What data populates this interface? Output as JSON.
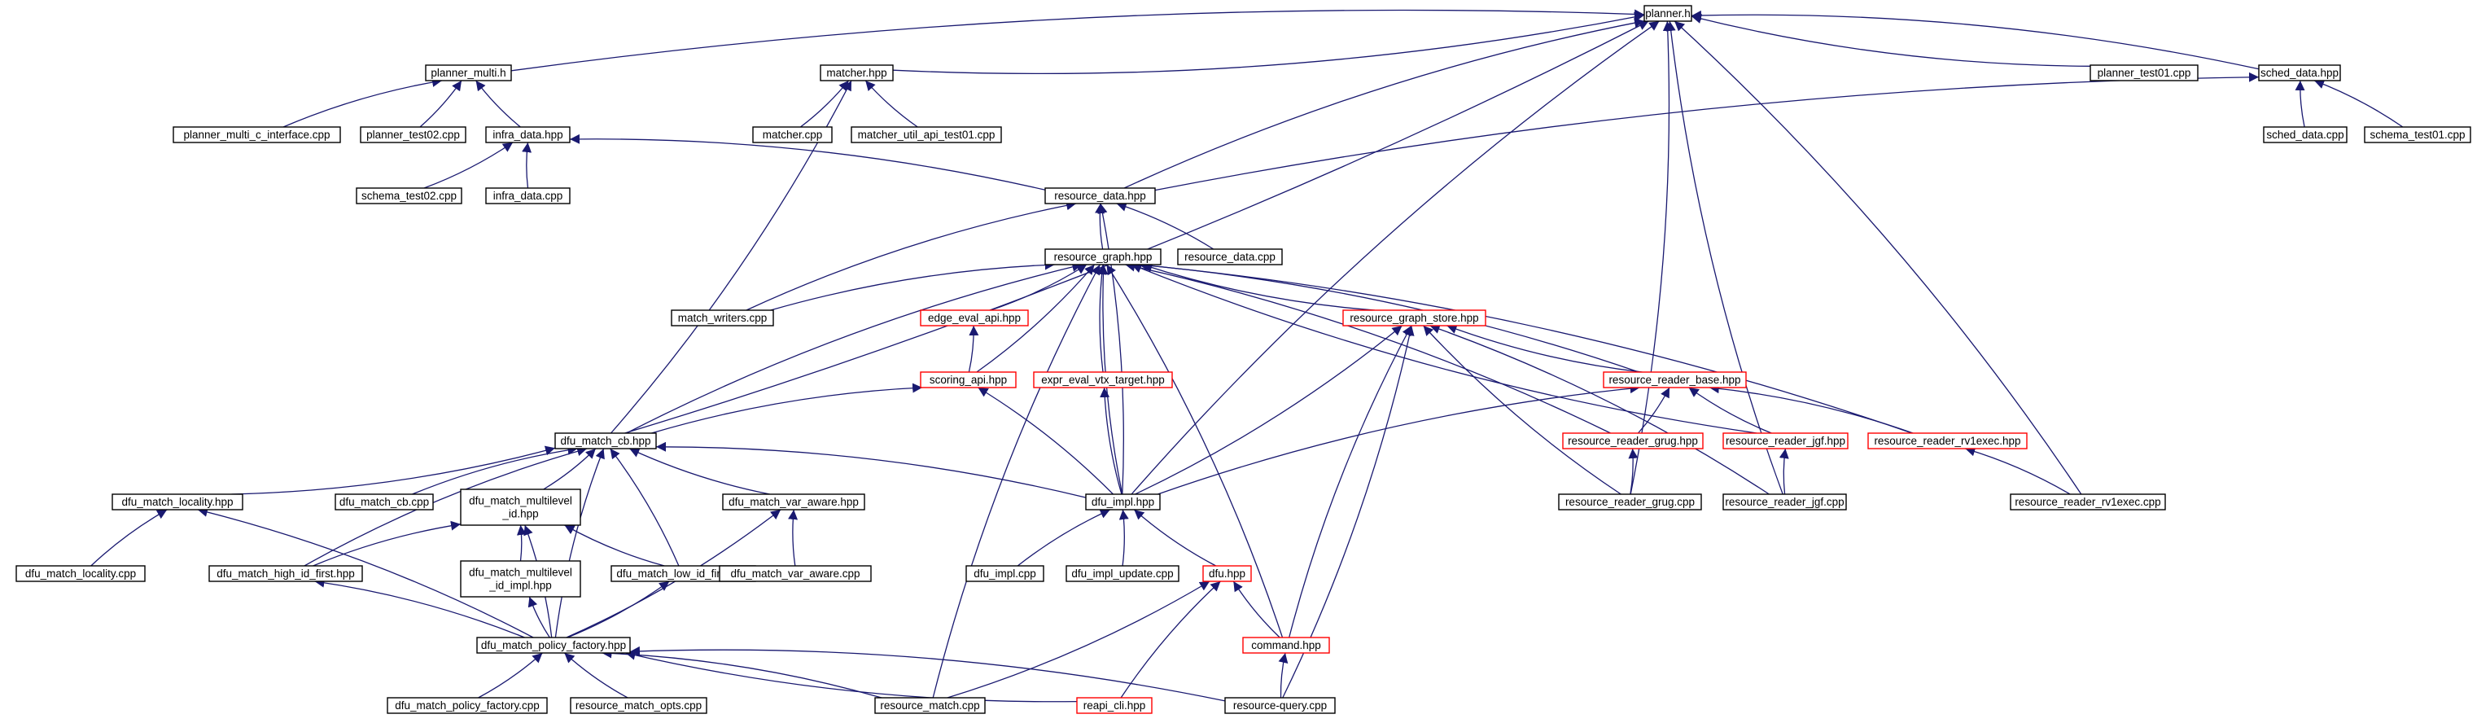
{
  "colors": {
    "edge": "#191970",
    "default_border": "#000000",
    "truncated_border": "#ff0000",
    "root_fill": "#bfbfbf"
  },
  "nodes": [
    {
      "id": "planner_h",
      "lines": [
        "planner.h"
      ],
      "style": "root"
    },
    {
      "id": "planner_multi_h",
      "lines": [
        "planner_multi.h"
      ],
      "style": "normal"
    },
    {
      "id": "matcher_hpp",
      "lines": [
        "matcher.hpp"
      ],
      "style": "normal"
    },
    {
      "id": "planner_test01",
      "lines": [
        "planner_test01.cpp"
      ],
      "style": "normal"
    },
    {
      "id": "sched_data_hpp",
      "lines": [
        "sched_data.hpp"
      ],
      "style": "normal"
    },
    {
      "id": "planner_multi_c_interface",
      "lines": [
        "planner_multi_c_interface.cpp"
      ],
      "style": "normal"
    },
    {
      "id": "planner_test02",
      "lines": [
        "planner_test02.cpp"
      ],
      "style": "normal"
    },
    {
      "id": "infra_data_hpp",
      "lines": [
        "infra_data.hpp"
      ],
      "style": "normal"
    },
    {
      "id": "matcher_cpp",
      "lines": [
        "matcher.cpp"
      ],
      "style": "normal"
    },
    {
      "id": "matcher_util_api_test01",
      "lines": [
        "matcher_util_api_test01.cpp"
      ],
      "style": "normal"
    },
    {
      "id": "sched_data_cpp",
      "lines": [
        "sched_data.cpp"
      ],
      "style": "normal"
    },
    {
      "id": "schema_test01",
      "lines": [
        "schema_test01.cpp"
      ],
      "style": "normal"
    },
    {
      "id": "schema_test02",
      "lines": [
        "schema_test02.cpp"
      ],
      "style": "normal"
    },
    {
      "id": "infra_data_cpp",
      "lines": [
        "infra_data.cpp"
      ],
      "style": "normal"
    },
    {
      "id": "resource_data_hpp",
      "lines": [
        "resource_data.hpp"
      ],
      "style": "normal"
    },
    {
      "id": "resource_graph_hpp",
      "lines": [
        "resource_graph.hpp"
      ],
      "style": "normal"
    },
    {
      "id": "resource_data_cpp",
      "lines": [
        "resource_data.cpp"
      ],
      "style": "normal"
    },
    {
      "id": "match_writers",
      "lines": [
        "match_writers.cpp"
      ],
      "style": "normal"
    },
    {
      "id": "edge_eval_api",
      "lines": [
        "edge_eval_api.hpp"
      ],
      "style": "truncated"
    },
    {
      "id": "resource_graph_store",
      "lines": [
        "resource_graph_store.hpp"
      ],
      "style": "truncated"
    },
    {
      "id": "scoring_api",
      "lines": [
        "scoring_api.hpp"
      ],
      "style": "truncated"
    },
    {
      "id": "expr_eval_vtx_target",
      "lines": [
        "expr_eval_vtx_target.hpp"
      ],
      "style": "truncated"
    },
    {
      "id": "resource_reader_base",
      "lines": [
        "resource_reader_base.hpp"
      ],
      "style": "truncated"
    },
    {
      "id": "dfu_match_cb_hpp",
      "lines": [
        "dfu_match_cb.hpp"
      ],
      "style": "normal"
    },
    {
      "id": "resource_reader_grug_hpp",
      "lines": [
        "resource_reader_grug.hpp"
      ],
      "style": "truncated"
    },
    {
      "id": "resource_reader_jgf_hpp",
      "lines": [
        "resource_reader_jgf.hpp"
      ],
      "style": "truncated"
    },
    {
      "id": "resource_reader_rv1exec_hpp",
      "lines": [
        "resource_reader_rv1exec.hpp"
      ],
      "style": "truncated"
    },
    {
      "id": "dfu_match_locality_hpp",
      "lines": [
        "dfu_match_locality.hpp"
      ],
      "style": "normal"
    },
    {
      "id": "dfu_match_cb_cpp",
      "lines": [
        "dfu_match_cb.cpp"
      ],
      "style": "normal"
    },
    {
      "id": "dfu_match_multilevel_id_hpp",
      "lines": [
        "dfu_match_multilevel",
        "_id.hpp"
      ],
      "style": "normal"
    },
    {
      "id": "dfu_match_var_aware_hpp",
      "lines": [
        "dfu_match_var_aware.hpp"
      ],
      "style": "normal"
    },
    {
      "id": "dfu_impl_hpp",
      "lines": [
        "dfu_impl.hpp"
      ],
      "style": "normal"
    },
    {
      "id": "resource_reader_grug_cpp",
      "lines": [
        "resource_reader_grug.cpp"
      ],
      "style": "normal"
    },
    {
      "id": "resource_reader_jgf_cpp",
      "lines": [
        "resource_reader_jgf.cpp"
      ],
      "style": "normal"
    },
    {
      "id": "resource_reader_rv1exec_cpp",
      "lines": [
        "resource_reader_rv1exec.cpp"
      ],
      "style": "normal"
    },
    {
      "id": "dfu_match_locality_cpp",
      "lines": [
        "dfu_match_locality.cpp"
      ],
      "style": "normal"
    },
    {
      "id": "dfu_match_high_id_first",
      "lines": [
        "dfu_match_high_id_first.hpp"
      ],
      "style": "normal"
    },
    {
      "id": "dfu_match_multilevel_id_impl",
      "lines": [
        "dfu_match_multilevel",
        "_id_impl.hpp"
      ],
      "style": "normal"
    },
    {
      "id": "dfu_match_low_id_first",
      "lines": [
        "dfu_match_low_id_first.hpp"
      ],
      "style": "normal"
    },
    {
      "id": "dfu_match_var_aware_cpp",
      "lines": [
        "dfu_match_var_aware.cpp"
      ],
      "style": "normal"
    },
    {
      "id": "dfu_impl_cpp",
      "lines": [
        "dfu_impl.cpp"
      ],
      "style": "normal"
    },
    {
      "id": "dfu_impl_update_cpp",
      "lines": [
        "dfu_impl_update.cpp"
      ],
      "style": "normal"
    },
    {
      "id": "dfu_hpp",
      "lines": [
        "dfu.hpp"
      ],
      "style": "truncated"
    },
    {
      "id": "dfu_match_policy_factory_hpp",
      "lines": [
        "dfu_match_policy_factory.hpp"
      ],
      "style": "normal"
    },
    {
      "id": "command_hpp",
      "lines": [
        "command.hpp"
      ],
      "style": "truncated"
    },
    {
      "id": "dfu_match_policy_factory_cpp",
      "lines": [
        "dfu_match_policy_factory.cpp"
      ],
      "style": "normal"
    },
    {
      "id": "resource_match_opts",
      "lines": [
        "resource_match_opts.cpp"
      ],
      "style": "normal"
    },
    {
      "id": "resource_match_cpp",
      "lines": [
        "resource_match.cpp"
      ],
      "style": "normal"
    },
    {
      "id": "reapi_cli",
      "lines": [
        "reapi_cli.hpp"
      ],
      "style": "truncated"
    },
    {
      "id": "resource_query_cpp",
      "lines": [
        "resource-query.cpp"
      ],
      "style": "normal"
    }
  ],
  "edges": [
    [
      "planner_multi_h",
      "planner_h"
    ],
    [
      "matcher_hpp",
      "planner_h"
    ],
    [
      "planner_test01",
      "planner_h"
    ],
    [
      "sched_data_hpp",
      "planner_h"
    ],
    [
      "resource_data_hpp",
      "planner_h"
    ],
    [
      "dfu_match_cb_hpp",
      "planner_h"
    ],
    [
      "dfu_impl_hpp",
      "planner_h"
    ],
    [
      "resource_reader_grug_cpp",
      "planner_h"
    ],
    [
      "resource_reader_jgf_cpp",
      "planner_h"
    ],
    [
      "resource_reader_rv1exec_cpp",
      "planner_h"
    ],
    [
      "planner_multi_c_interface",
      "planner_multi_h"
    ],
    [
      "planner_test02",
      "planner_multi_h"
    ],
    [
      "infra_data_hpp",
      "planner_multi_h"
    ],
    [
      "matcher_cpp",
      "matcher_hpp"
    ],
    [
      "matcher_util_api_test01",
      "matcher_hpp"
    ],
    [
      "dfu_match_cb_hpp",
      "matcher_hpp"
    ],
    [
      "sched_data_cpp",
      "sched_data_hpp"
    ],
    [
      "schema_test01",
      "sched_data_hpp"
    ],
    [
      "resource_data_hpp",
      "sched_data_hpp"
    ],
    [
      "schema_test02",
      "infra_data_hpp"
    ],
    [
      "infra_data_cpp",
      "infra_data_hpp"
    ],
    [
      "resource_data_hpp",
      "infra_data_hpp"
    ],
    [
      "resource_graph_hpp",
      "resource_data_hpp"
    ],
    [
      "resource_data_cpp",
      "resource_data_hpp"
    ],
    [
      "match_writers",
      "resource_data_hpp"
    ],
    [
      "dfu_impl_hpp",
      "resource_data_hpp"
    ],
    [
      "match_writers",
      "resource_graph_hpp"
    ],
    [
      "edge_eval_api",
      "resource_graph_hpp"
    ],
    [
      "resource_graph_store",
      "resource_graph_hpp"
    ],
    [
      "scoring_api",
      "resource_graph_hpp"
    ],
    [
      "expr_eval_vtx_target",
      "resource_graph_hpp"
    ],
    [
      "resource_reader_base",
      "resource_graph_hpp"
    ],
    [
      "dfu_match_cb_hpp",
      "resource_graph_hpp"
    ],
    [
      "resource_reader_grug_hpp",
      "resource_graph_hpp"
    ],
    [
      "resource_reader_jgf_hpp",
      "resource_graph_hpp"
    ],
    [
      "resource_reader_rv1exec_hpp",
      "resource_graph_hpp"
    ],
    [
      "dfu_impl_hpp",
      "resource_graph_hpp"
    ],
    [
      "command_hpp",
      "resource_graph_hpp"
    ],
    [
      "resource_match_cpp",
      "resource_graph_hpp"
    ],
    [
      "scoring_api",
      "edge_eval_api"
    ],
    [
      "resource_reader_base",
      "resource_graph_store"
    ],
    [
      "dfu_impl_hpp",
      "resource_graph_store"
    ],
    [
      "resource_reader_grug_cpp",
      "resource_graph_store"
    ],
    [
      "resource_reader_jgf_cpp",
      "resource_graph_store"
    ],
    [
      "command_hpp",
      "resource_graph_store"
    ],
    [
      "resource_query_cpp",
      "resource_graph_store"
    ],
    [
      "dfu_match_cb_hpp",
      "scoring_api"
    ],
    [
      "dfu_impl_hpp",
      "scoring_api"
    ],
    [
      "dfu_impl_hpp",
      "expr_eval_vtx_target"
    ],
    [
      "resource_reader_grug_hpp",
      "resource_reader_base"
    ],
    [
      "resource_reader_jgf_hpp",
      "resource_reader_base"
    ],
    [
      "resource_reader_rv1exec_hpp",
      "resource_reader_base"
    ],
    [
      "dfu_impl_hpp",
      "resource_reader_base"
    ],
    [
      "dfu_match_locality_hpp",
      "dfu_match_cb_hpp"
    ],
    [
      "dfu_match_cb_cpp",
      "dfu_match_cb_hpp"
    ],
    [
      "dfu_match_multilevel_id_hpp",
      "dfu_match_cb_hpp"
    ],
    [
      "dfu_match_var_aware_hpp",
      "dfu_match_cb_hpp"
    ],
    [
      "dfu_impl_hpp",
      "dfu_match_cb_hpp"
    ],
    [
      "dfu_match_high_id_first",
      "dfu_match_cb_hpp"
    ],
    [
      "dfu_match_low_id_first",
      "dfu_match_cb_hpp"
    ],
    [
      "dfu_match_policy_factory_hpp",
      "dfu_match_cb_hpp"
    ],
    [
      "resource_reader_grug_cpp",
      "resource_reader_grug_hpp"
    ],
    [
      "resource_reader_jgf_cpp",
      "resource_reader_jgf_hpp"
    ],
    [
      "resource_reader_rv1exec_cpp",
      "resource_reader_rv1exec_hpp"
    ],
    [
      "dfu_match_locality_cpp",
      "dfu_match_locality_hpp"
    ],
    [
      "dfu_match_policy_factory_hpp",
      "dfu_match_locality_hpp"
    ],
    [
      "dfu_match_high_id_first",
      "dfu_match_multilevel_id_hpp"
    ],
    [
      "dfu_match_multilevel_id_impl",
      "dfu_match_multilevel_id_hpp"
    ],
    [
      "dfu_match_low_id_first",
      "dfu_match_multilevel_id_hpp"
    ],
    [
      "dfu_match_policy_factory_hpp",
      "dfu_match_multilevel_id_hpp"
    ],
    [
      "dfu_match_var_aware_cpp",
      "dfu_match_var_aware_hpp"
    ],
    [
      "dfu_match_policy_factory_hpp",
      "dfu_match_var_aware_hpp"
    ],
    [
      "dfu_impl_cpp",
      "dfu_impl_hpp"
    ],
    [
      "dfu_impl_update_cpp",
      "dfu_impl_hpp"
    ],
    [
      "dfu_hpp",
      "dfu_impl_hpp"
    ],
    [
      "dfu_match_policy_factory_hpp",
      "dfu_match_high_id_first"
    ],
    [
      "dfu_match_policy_factory_hpp",
      "dfu_match_multilevel_id_impl"
    ],
    [
      "dfu_match_policy_factory_hpp",
      "dfu_match_low_id_first"
    ],
    [
      "command_hpp",
      "dfu_hpp"
    ],
    [
      "resource_match_cpp",
      "dfu_hpp"
    ],
    [
      "reapi_cli",
      "dfu_hpp"
    ],
    [
      "dfu_match_policy_factory_cpp",
      "dfu_match_policy_factory_hpp"
    ],
    [
      "resource_match_opts",
      "dfu_match_policy_factory_hpp"
    ],
    [
      "resource_match_cpp",
      "dfu_match_policy_factory_hpp"
    ],
    [
      "reapi_cli",
      "dfu_match_policy_factory_hpp"
    ],
    [
      "resource_query_cpp",
      "dfu_match_policy_factory_hpp"
    ],
    [
      "resource_query_cpp",
      "command_hpp"
    ]
  ]
}
